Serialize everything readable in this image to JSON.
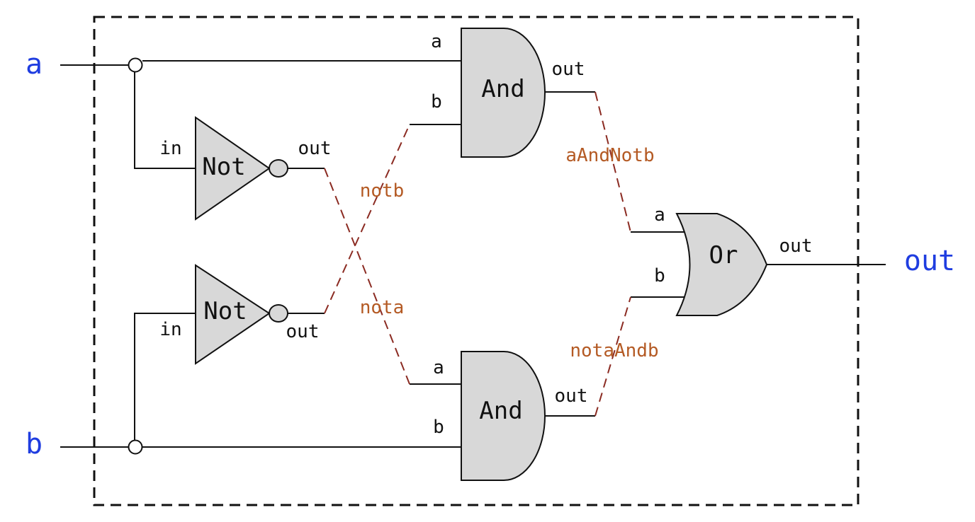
{
  "colors": {
    "io": "#1f3de0",
    "internal_wire": "#b45a24",
    "dashed_wire": "#8b2b22",
    "gate_fill": "#d8d8d8"
  },
  "inputs": {
    "a": "a",
    "b": "b"
  },
  "output": "out",
  "gates": {
    "not_top": {
      "name": "Not",
      "in": "in",
      "out": "out"
    },
    "not_bottom": {
      "name": "Not",
      "in": "in",
      "out": "out"
    },
    "and_top": {
      "name": "And",
      "a": "a",
      "b": "b",
      "out": "out"
    },
    "and_bottom": {
      "name": "And",
      "a": "a",
      "b": "b",
      "out": "out"
    },
    "or": {
      "name": "Or",
      "a": "a",
      "b": "b",
      "out": "out"
    }
  },
  "wires": {
    "notb": "notb",
    "nota": "nota",
    "aAndNotb": "aAndNotb",
    "notaAndb": "notaAndb"
  }
}
